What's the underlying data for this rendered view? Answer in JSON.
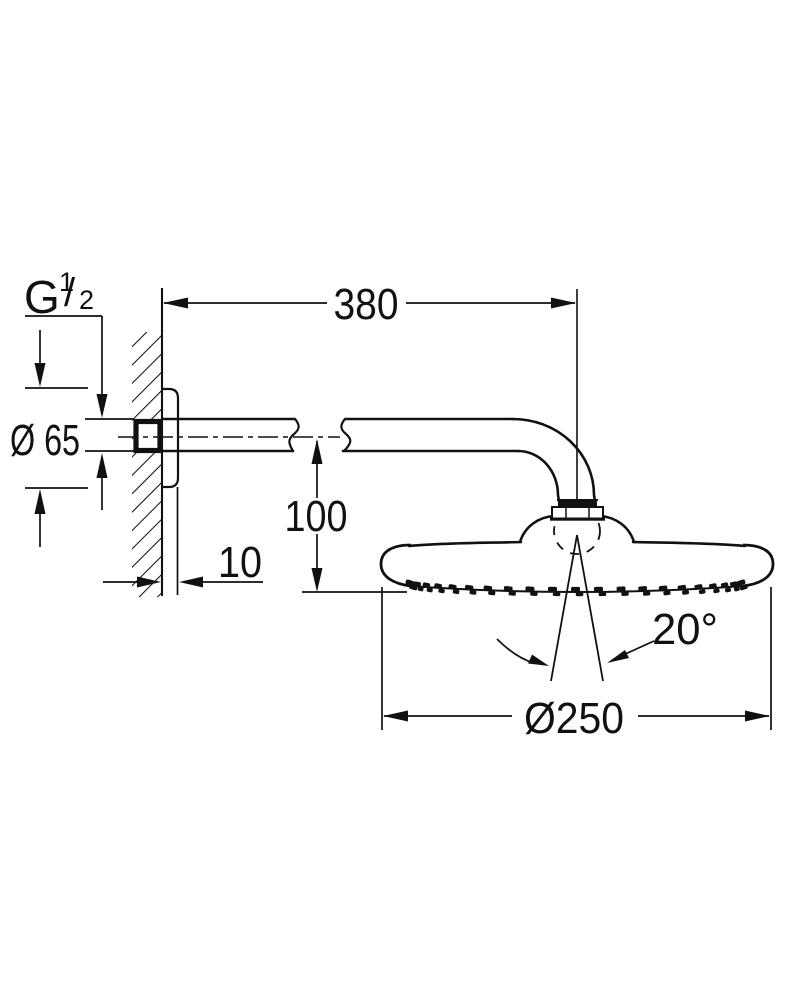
{
  "drawing": {
    "kind": "technical dimension drawing",
    "subject": "wall-mounted head shower with shower arm",
    "colors": {
      "line": "#111111",
      "background": "#ffffff"
    }
  },
  "labels": {
    "thread": {
      "display": "G 1/2",
      "letter": "G",
      "numerator": "1",
      "slash": "/",
      "denominator": "2"
    },
    "arm_length": "380",
    "flange_diameter": "Ø 65",
    "drop_height": "100",
    "flange_thickness": "10",
    "spray_angle": "20°",
    "head_diameter": "Ø250"
  }
}
